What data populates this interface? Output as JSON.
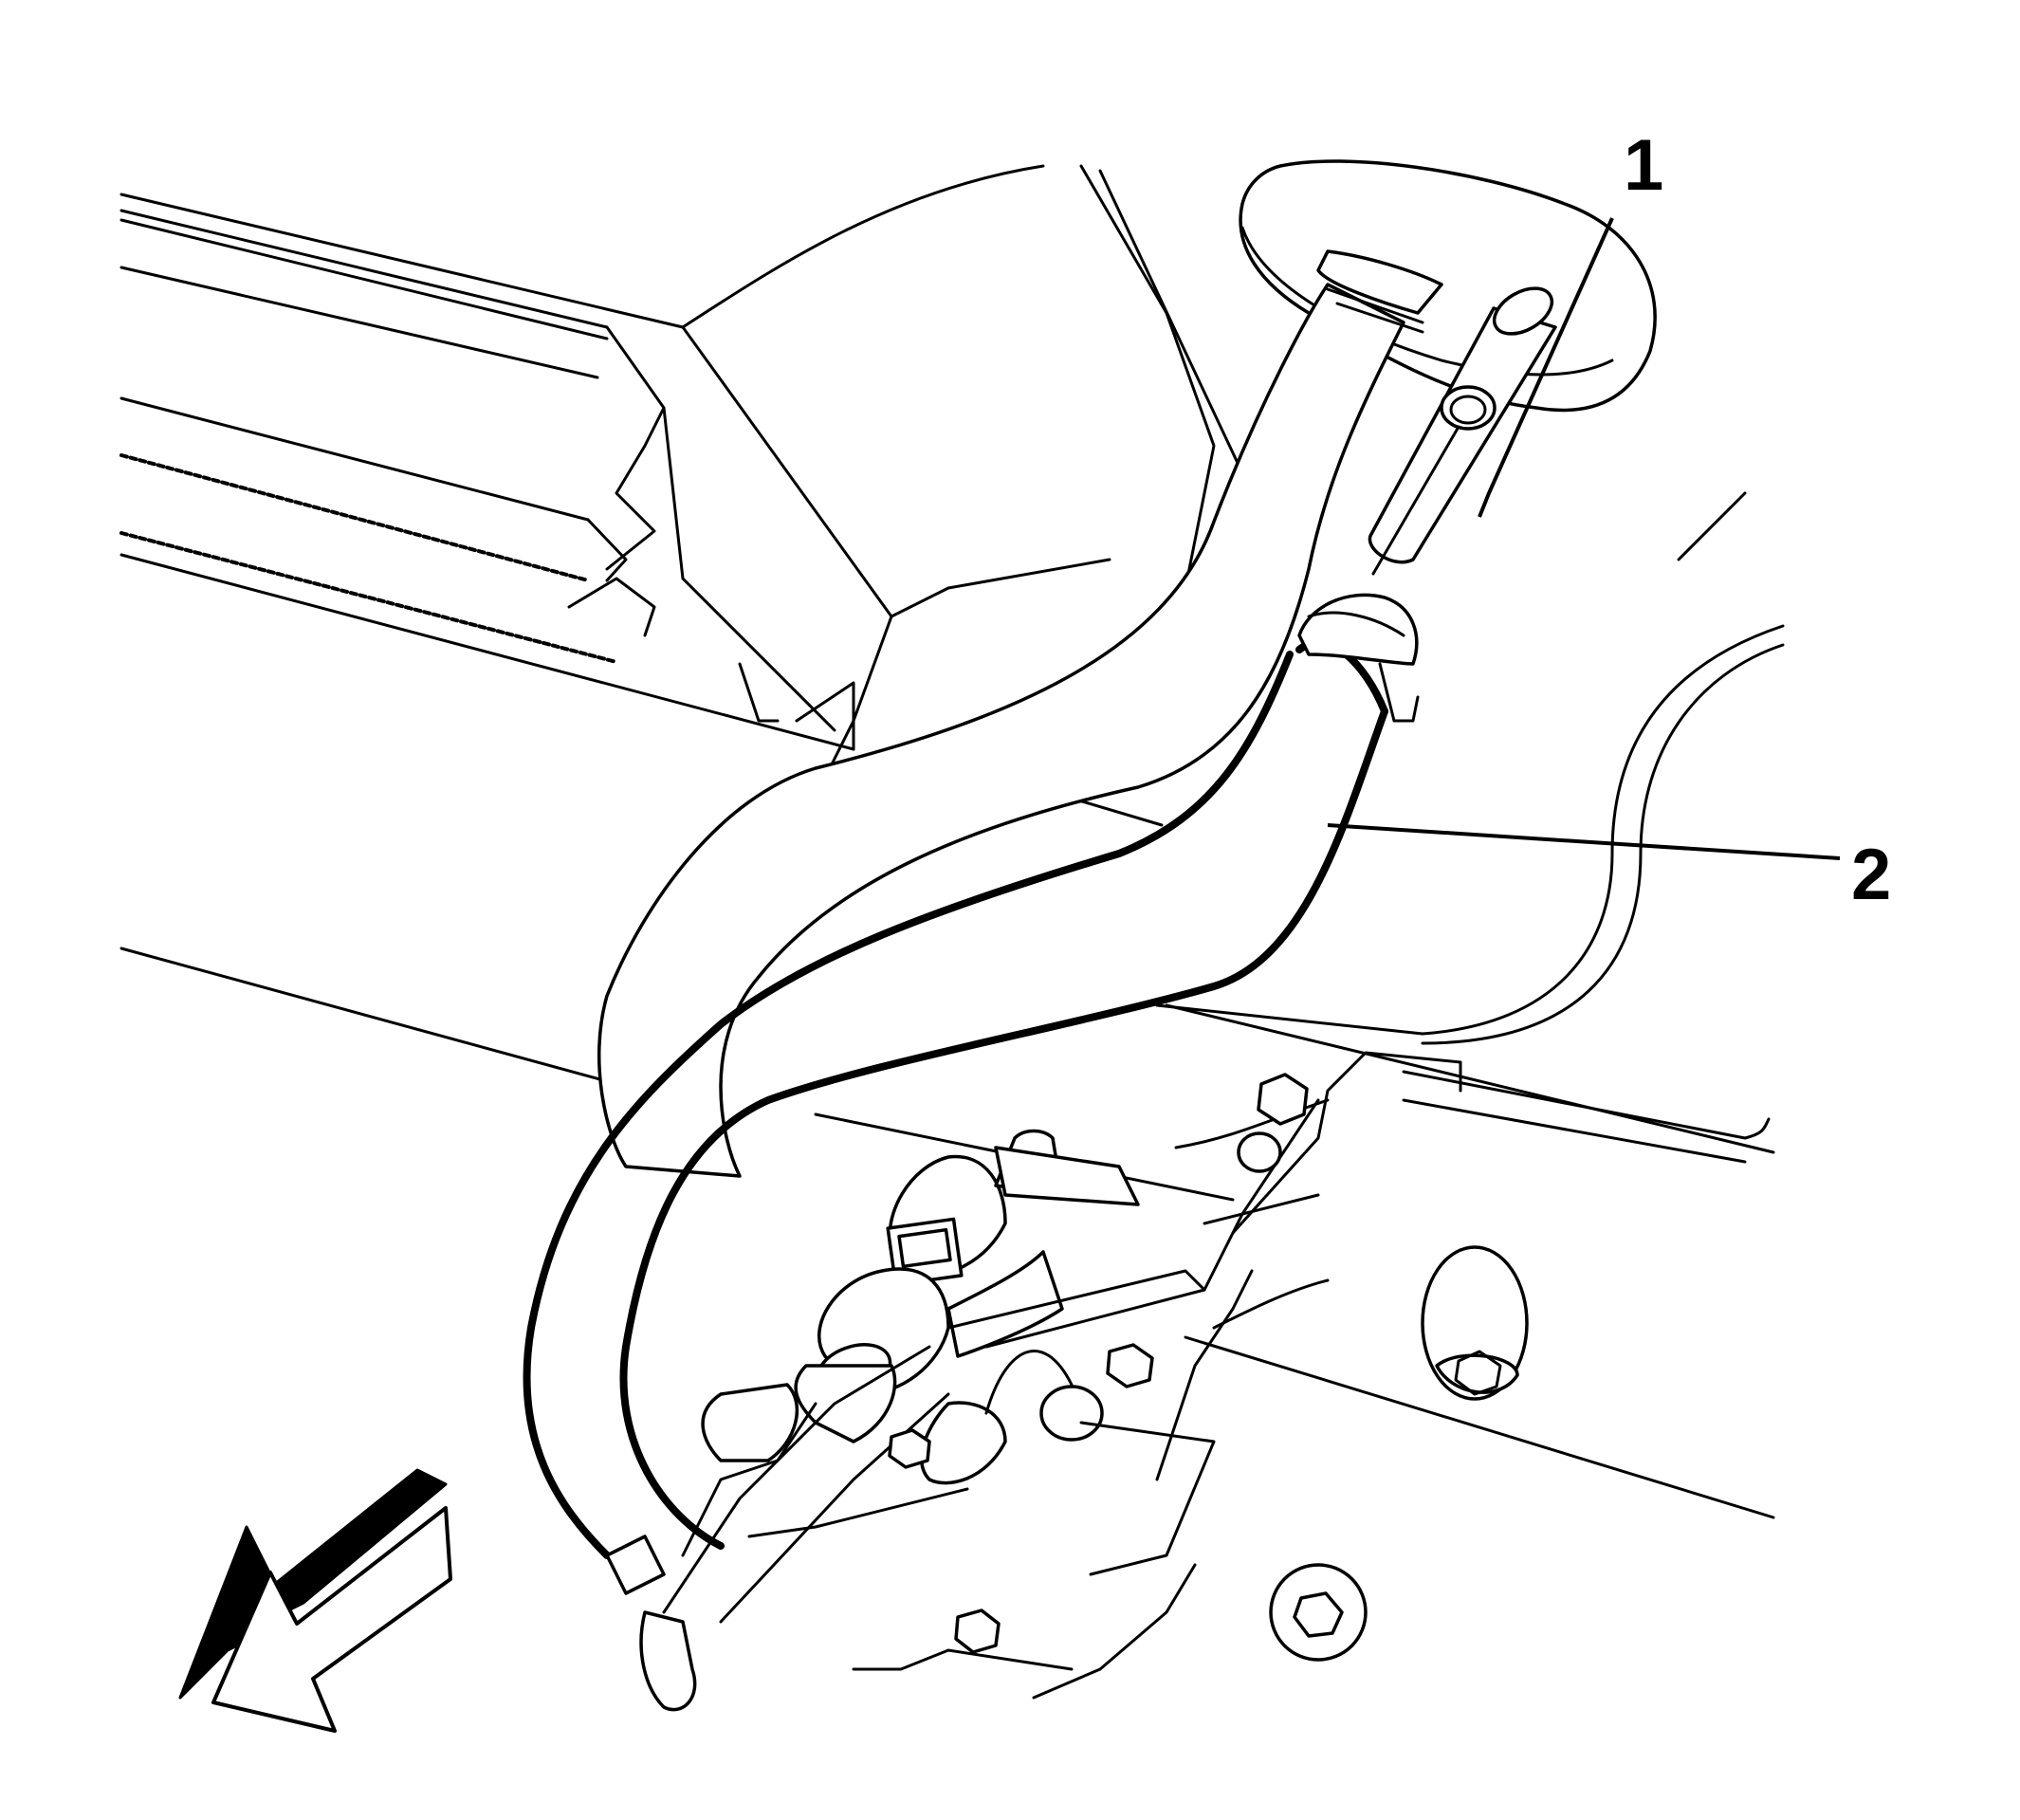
{
  "callouts": [
    {
      "id": "1",
      "label": "1"
    },
    {
      "id": "2",
      "label": "2"
    }
  ],
  "colors": {
    "line": "#000000",
    "background": "#ffffff"
  },
  "icons": {
    "direction_arrow": "front-direction-arrow-icon"
  }
}
